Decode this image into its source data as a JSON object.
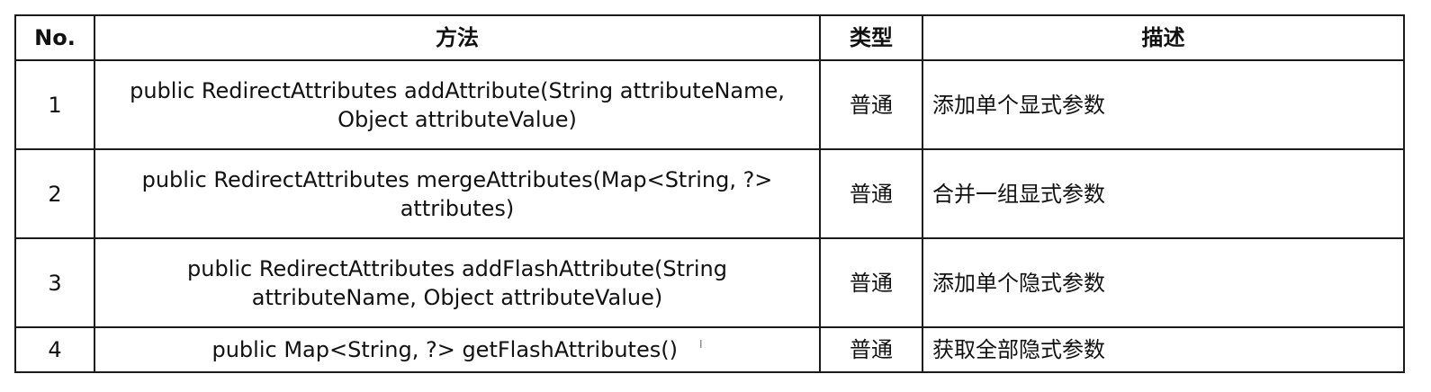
{
  "table": {
    "headers": [
      "No.",
      "方法",
      "类型",
      "描述"
    ],
    "rows": [
      {
        "no": "1",
        "method": "public RedirectAttributes addAttribute(String attributeName, Object attributeValue)",
        "type": "普通",
        "desc": "添加单个显式参数"
      },
      {
        "no": "2",
        "method": "public RedirectAttributes mergeAttributes(Map<String, ?> attributes)",
        "type": "普通",
        "desc": "合并一组显式参数"
      },
      {
        "no": "3",
        "method": "public RedirectAttributes addFlashAttribute(String attributeName, Object attributeValue)",
        "type": "普通",
        "desc": "添加单个隐式参数"
      },
      {
        "no": "4",
        "method": "public Map<String, ?> getFlashAttributes()",
        "type": "普通",
        "desc": "获取全部隐式参数"
      }
    ]
  },
  "cursor_glyph": "I"
}
